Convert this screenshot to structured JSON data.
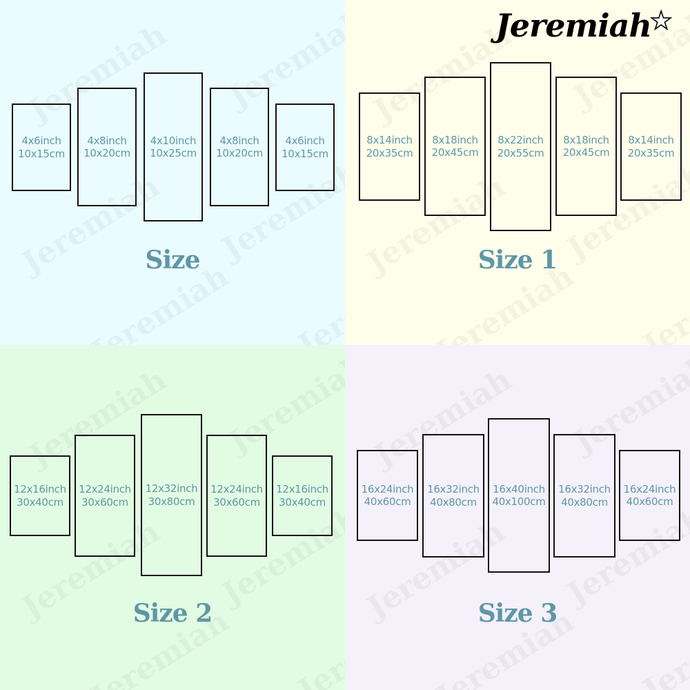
{
  "brand": {
    "name": "Jeremiah",
    "logo_icon": "star-icon"
  },
  "watermark": {
    "text": "Jeremiah"
  },
  "quadrants": [
    {
      "label": "Size",
      "background": "#eafcff",
      "panels": [
        {
          "inch": "4x6inch",
          "cm": "10x15cm"
        },
        {
          "inch": "4x8inch",
          "cm": "10x20cm"
        },
        {
          "inch": "4x10inch",
          "cm": "10x25cm"
        },
        {
          "inch": "4x8inch",
          "cm": "10x20cm"
        },
        {
          "inch": "4x6inch",
          "cm": "10x15cm"
        }
      ]
    },
    {
      "label": "Size 1",
      "background": "#fefeeb",
      "panels": [
        {
          "inch": "8x14inch",
          "cm": "20x35cm"
        },
        {
          "inch": "8x18inch",
          "cm": "20x45cm"
        },
        {
          "inch": "8x22inch",
          "cm": "20x55cm"
        },
        {
          "inch": "8x18inch",
          "cm": "20x45cm"
        },
        {
          "inch": "8x14inch",
          "cm": "20x35cm"
        }
      ]
    },
    {
      "label": "Size 2",
      "background": "#e2fce3",
      "panels": [
        {
          "inch": "12x16inch",
          "cm": "30x40cm"
        },
        {
          "inch": "12x24inch",
          "cm": "30x60cm"
        },
        {
          "inch": "12x32inch",
          "cm": "30x80cm"
        },
        {
          "inch": "12x24inch",
          "cm": "30x60cm"
        },
        {
          "inch": "12x16inch",
          "cm": "30x40cm"
        }
      ]
    },
    {
      "label": "Size 3",
      "background": "#f4f1fb",
      "panels": [
        {
          "inch": "16x24inch",
          "cm": "40x60cm"
        },
        {
          "inch": "16x32inch",
          "cm": "40x80cm"
        },
        {
          "inch": "16x40inch",
          "cm": "40x100cm"
        },
        {
          "inch": "16x32inch",
          "cm": "40x80cm"
        },
        {
          "inch": "16x24inch",
          "cm": "40x60cm"
        }
      ]
    }
  ],
  "colors": {
    "label_text": "#5f97a6",
    "frame_border": "#111111"
  }
}
